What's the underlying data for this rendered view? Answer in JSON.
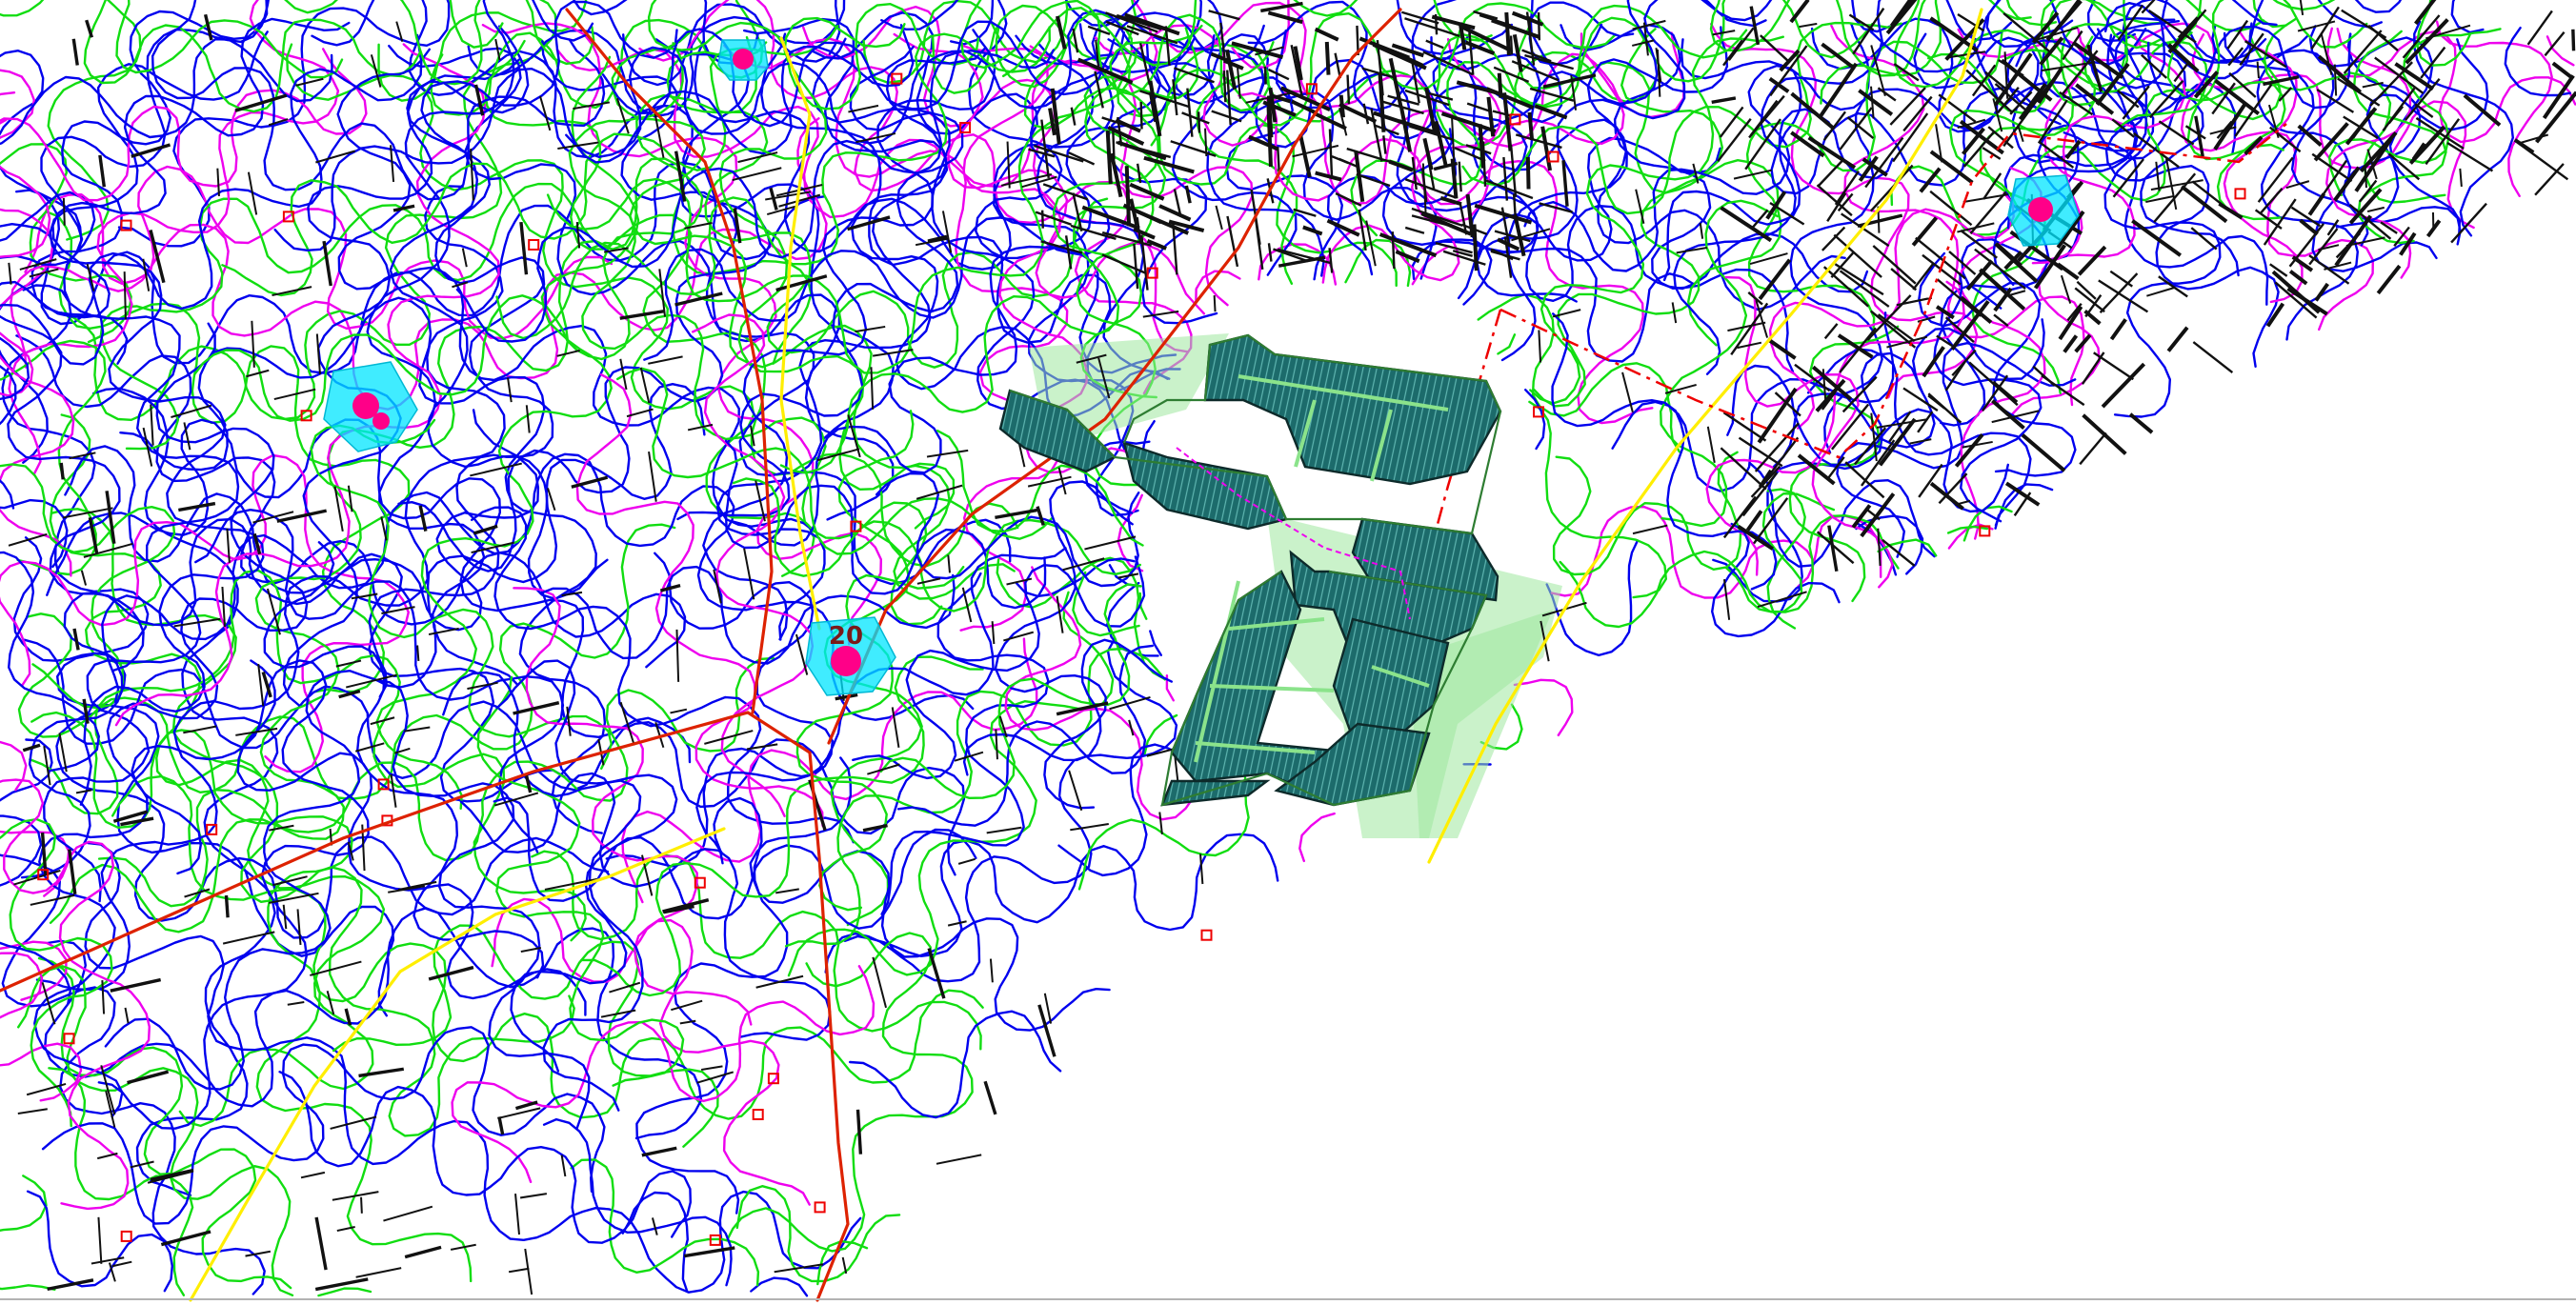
{
  "map": {
    "colors": {
      "background": "#ffffff",
      "contour_major": "#0000ee",
      "contour_minor": "#11dd11",
      "contour_index": "#ee00ee",
      "road_main": "#dd2200",
      "road_secondary": "#ffee00",
      "structure": "#111111",
      "water_marker": "#00e5ff",
      "water_marker_dot": "#ff0088",
      "solar_panel": "#1c6b6b",
      "solar_field_boundary": "#2e7d32",
      "solar_field_shading": "#9fe79f",
      "property_boundary": "#ee0000"
    },
    "markers": [
      {
        "id": "spot-1",
        "label": ""
      },
      {
        "id": "spot-2",
        "label": ""
      },
      {
        "id": "spot-3",
        "label": "20"
      },
      {
        "id": "spot-4",
        "label": ""
      }
    ]
  }
}
